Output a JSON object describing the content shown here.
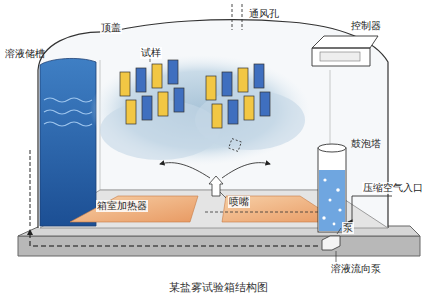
{
  "diagram": {
    "caption": "某盐雾试验箱结构图",
    "labels": [
      "顶盖",
      "通风孔",
      "控制器",
      "溶液储槽",
      "试样",
      "鼓泡塔",
      "压缩空气入口",
      "箱室加热器",
      "喷嘴",
      "泵",
      "溶液流向泵"
    ]
  }
}
